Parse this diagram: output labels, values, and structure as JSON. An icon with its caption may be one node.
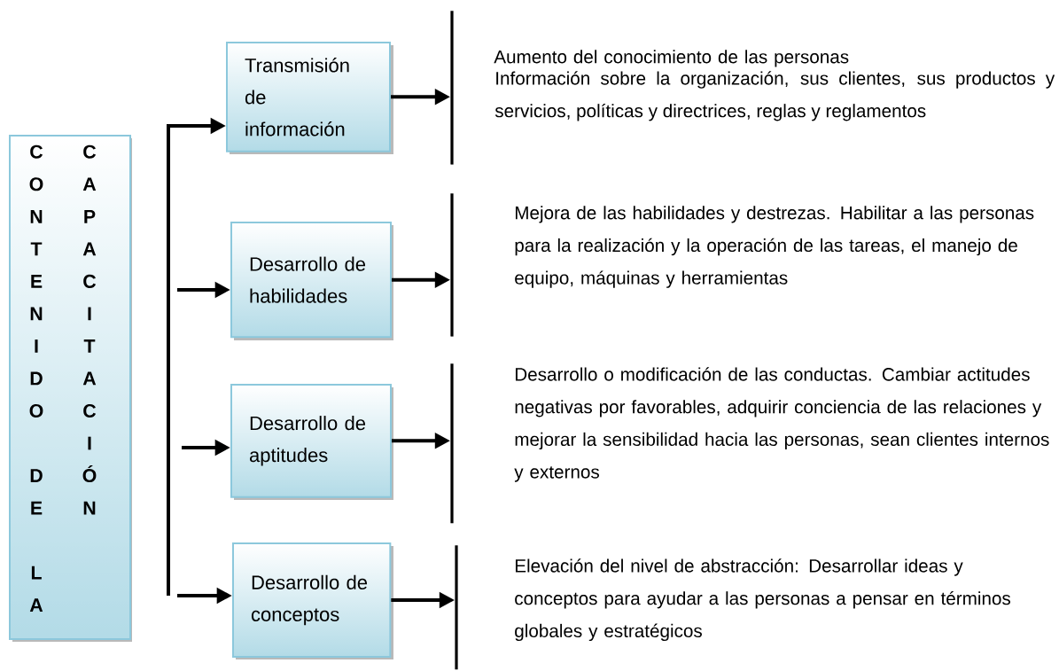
{
  "diagram": {
    "nodes": [
      {
        "text": [
          "CONTENIDO DE LA",
          "CAPACITACIÓN"
        ]
      },
      {
        "text": [
          "Transmisión de información"
        ]
      },
      {
        "text": [
          "Desarrollo de habilidades"
        ]
      },
      {
        "text": [
          "Desarrollo de aptitudes"
        ]
      },
      {
        "text": [
          "Desarrollo de conceptos"
        ]
      },
      {
        "text": [],
        "shape": "bar",
        "beside": [
          "Aumento del conocimiento de las personas",
          "Información sobre la organización, sus clientes, sus productos y servicios, políticas y directrices, reglas y reglamentos"
        ]
      },
      {
        "text": [],
        "shape": "bar",
        "beside": [
          "Mejora de las habilidades y destrezas. Habilitar a las personas para la realización y la operación de las tareas, el manejo de equipo, máquinas y herramientas"
        ]
      },
      {
        "text": [],
        "shape": "bar",
        "beside": [
          "Desarrollo o modificación de las conductas. Cambiar actitudes negativas por favorables, adquirir conciencia de las relaciones y mejorar la sensibilidad hacia las personas, sean clientes internos y externos"
        ]
      },
      {
        "text": [],
        "shape": "bar",
        "beside": [
          "Elevación del nivel de abstracción: Desarrollar ideas y conceptos para ayudar a las personas a pensar en términos globales y estratégicos"
        ]
      }
    ],
    "edges": [
      {
        "from": null,
        "to": 1,
        "arrow": "to"
      },
      {
        "from": null,
        "to": 2,
        "arrow": "to"
      },
      {
        "from": null,
        "to": 3,
        "arrow": "to"
      },
      {
        "from": null,
        "to": 4,
        "arrow": "to"
      },
      {
        "from": 1,
        "to": 5,
        "arrow": "to"
      },
      {
        "from": 2,
        "to": 6,
        "arrow": "to"
      },
      {
        "from": 3,
        "to": 7,
        "arrow": "to"
      },
      {
        "from": 4,
        "to": 8,
        "arrow": "to"
      }
    ]
  }
}
